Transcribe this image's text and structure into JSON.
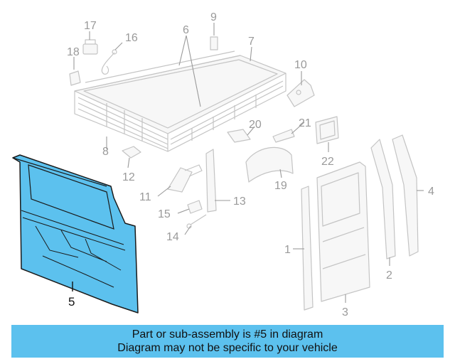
{
  "banner": {
    "line1": "Part or sub-assembly is #5 in diagram",
    "line2": "Diagram may not be specific to your vehicle",
    "color": "#5cc1ee"
  },
  "highlight": {
    "part_number": "5",
    "fill_color": "#5cc1ee",
    "outline_color": "#1a1a1a"
  },
  "callouts": {
    "c1": "1",
    "c2": "2",
    "c3": "3",
    "c4": "4",
    "c5": "5",
    "c6": "6",
    "c7": "7",
    "c8": "8",
    "c9": "9",
    "c10": "10",
    "c11": "11",
    "c12": "12",
    "c13": "13",
    "c14": "14",
    "c15": "15",
    "c16": "16",
    "c17": "17",
    "c18": "18",
    "c19": "19",
    "c20": "20",
    "c21": "21",
    "c22": "22"
  }
}
